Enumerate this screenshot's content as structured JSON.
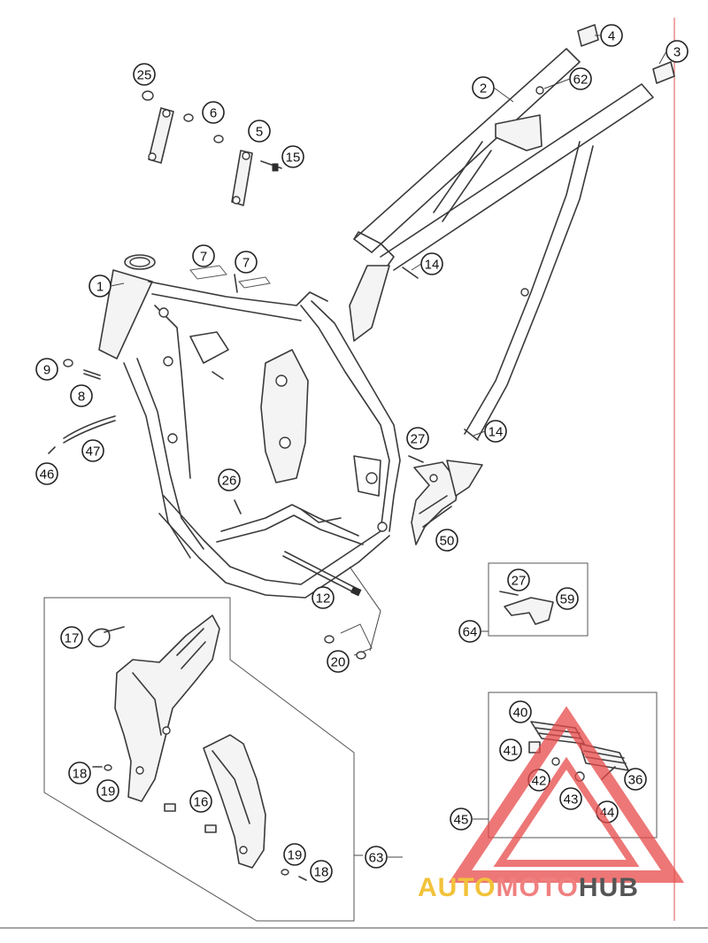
{
  "callouts": [
    {
      "label": "1"
    },
    {
      "label": "2"
    },
    {
      "label": "3"
    },
    {
      "label": "4"
    },
    {
      "label": "5"
    },
    {
      "label": "6"
    },
    {
      "label": "7"
    },
    {
      "label": "7"
    },
    {
      "label": "8"
    },
    {
      "label": "9"
    },
    {
      "label": "12"
    },
    {
      "label": "14"
    },
    {
      "label": "14"
    },
    {
      "label": "15"
    },
    {
      "label": "16"
    },
    {
      "label": "17"
    },
    {
      "label": "18"
    },
    {
      "label": "18"
    },
    {
      "label": "19"
    },
    {
      "label": "19"
    },
    {
      "label": "20"
    },
    {
      "label": "25"
    },
    {
      "label": "26"
    },
    {
      "label": "27"
    },
    {
      "label": "27"
    },
    {
      "label": "36"
    },
    {
      "label": "40"
    },
    {
      "label": "41"
    },
    {
      "label": "42"
    },
    {
      "label": "43"
    },
    {
      "label": "44"
    },
    {
      "label": "45"
    },
    {
      "label": "46"
    },
    {
      "label": "47"
    },
    {
      "label": "50"
    },
    {
      "label": "59"
    },
    {
      "label": "62"
    },
    {
      "label": "63"
    },
    {
      "label": "64"
    }
  ],
  "watermark": {
    "part1": "AUTO",
    "part2": "MOTO",
    "part3": "HUB",
    "color1": "#f2c23a",
    "color2": "#f08080",
    "color3": "#555555"
  },
  "colors": {
    "line": "#3a3a3a",
    "watermark_triangle": "#e84a4a",
    "border_red": "#e05050"
  }
}
